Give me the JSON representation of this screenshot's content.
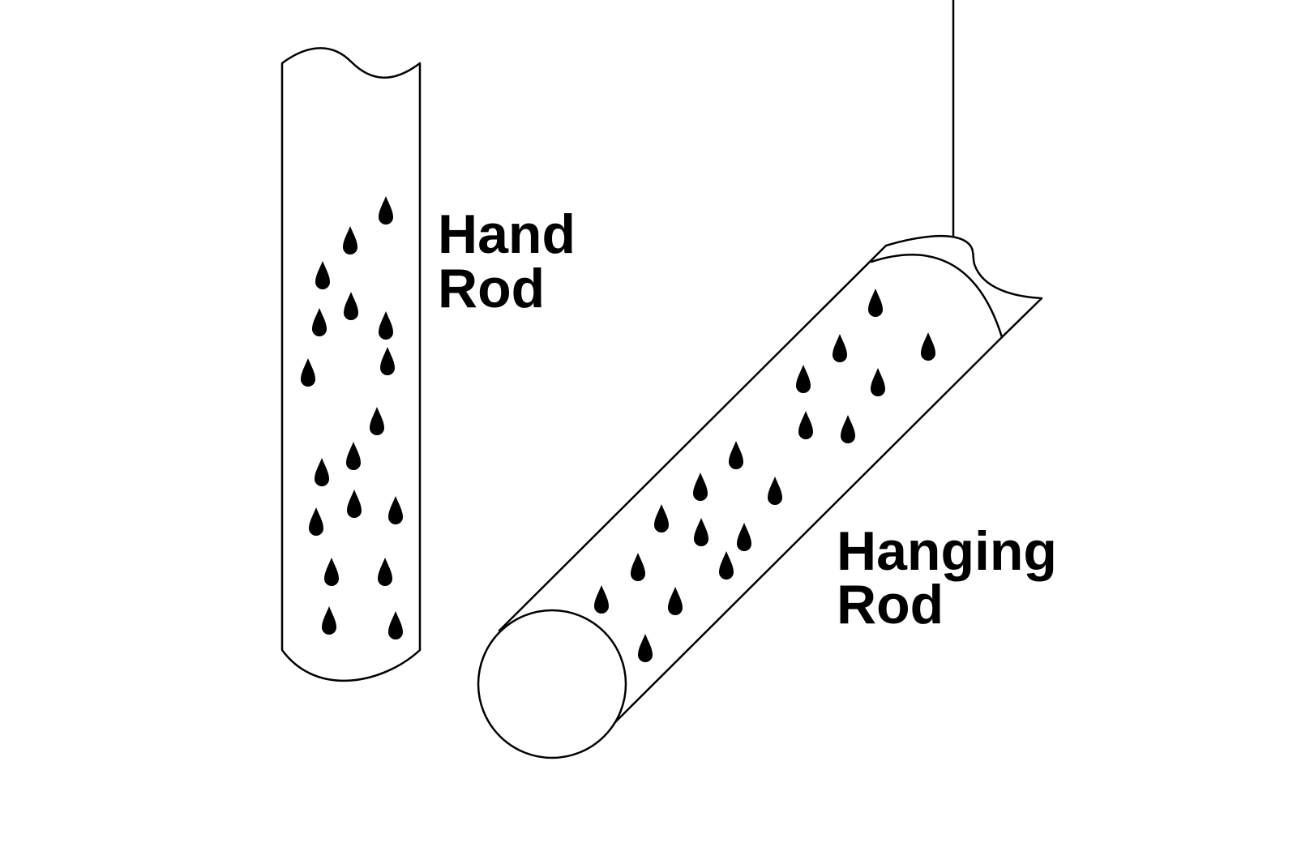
{
  "labels": {
    "hand_rod": {
      "line1": "Hand",
      "line2": "Rod"
    },
    "hanging_rod": {
      "line1": "Hanging",
      "line2": "Rod"
    }
  },
  "colors": {
    "stroke": "#000000",
    "fill": "#ffffff",
    "drop": "#000000"
  },
  "icons": {
    "water_drop": "water-drop-icon"
  }
}
